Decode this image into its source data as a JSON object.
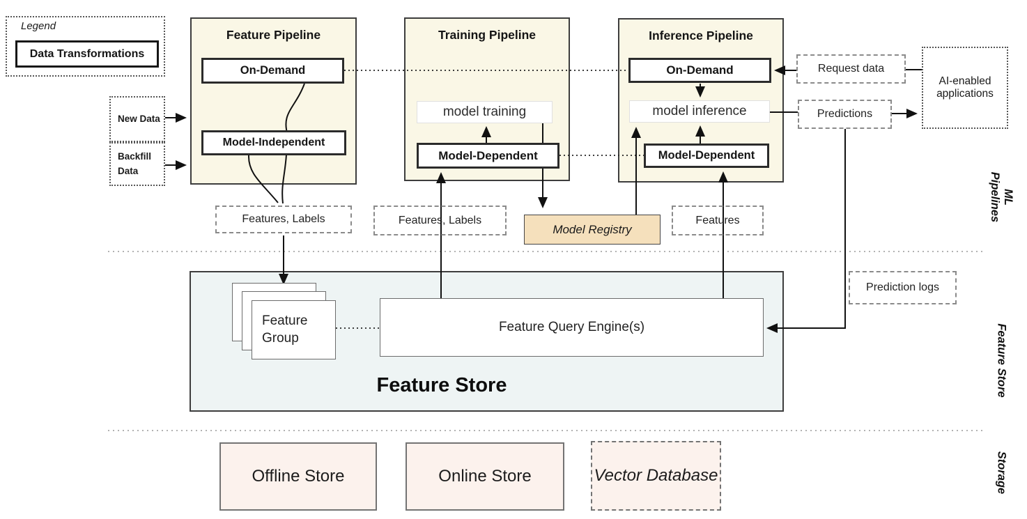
{
  "diagram_title_implied": "ML Pipelines and Feature Store architecture",
  "legend": {
    "title": "Legend",
    "item": "Data Transformations"
  },
  "labels": {
    "legend_title": "Legend",
    "data_transformations": "Data Transformations",
    "new_data": "New Data",
    "backfill_data": "Backfill Data",
    "feature_pipeline": "Feature Pipeline",
    "training_pipeline": "Training Pipeline",
    "inference_pipeline": "Inference Pipeline",
    "on_demand_feature": "On-Demand",
    "model_independent": "Model-Independent",
    "model_training": "model training",
    "model_dependent_training": "Model-Dependent",
    "on_demand_inference": "On-Demand",
    "model_inference": "model inference",
    "model_dependent_inference": "Model-Dependent",
    "request_data": "Request data",
    "predictions": "Predictions",
    "ai_applications": "AI-enabled applications",
    "features_labels_1": "Features, Labels",
    "features_labels_2": "Features, Labels",
    "model_registry": "Model Registry",
    "features": "Features",
    "feature_group": "Feature Group",
    "feature_query_engine": "Feature Query Engine(s)",
    "feature_store_title": "Feature Store",
    "prediction_logs": "Prediction logs",
    "offline_store": "Offline Store",
    "online_store": "Online Store",
    "vector_database": "Vector Database",
    "section_ml_pipelines": "ML Pipelines",
    "section_feature_store": "Feature Store",
    "section_storage": "Storage"
  },
  "colors": {
    "pipeline_fill": "#faf7e6",
    "feature_store_fill": "#eef4f4",
    "model_registry_fill": "#f5e0bc",
    "store_fill": "#fcf2ed",
    "line_color": "#111111",
    "dashed_border": "#8a8a8a",
    "dotted_border": "#555555",
    "separator_dots": "#999999"
  }
}
